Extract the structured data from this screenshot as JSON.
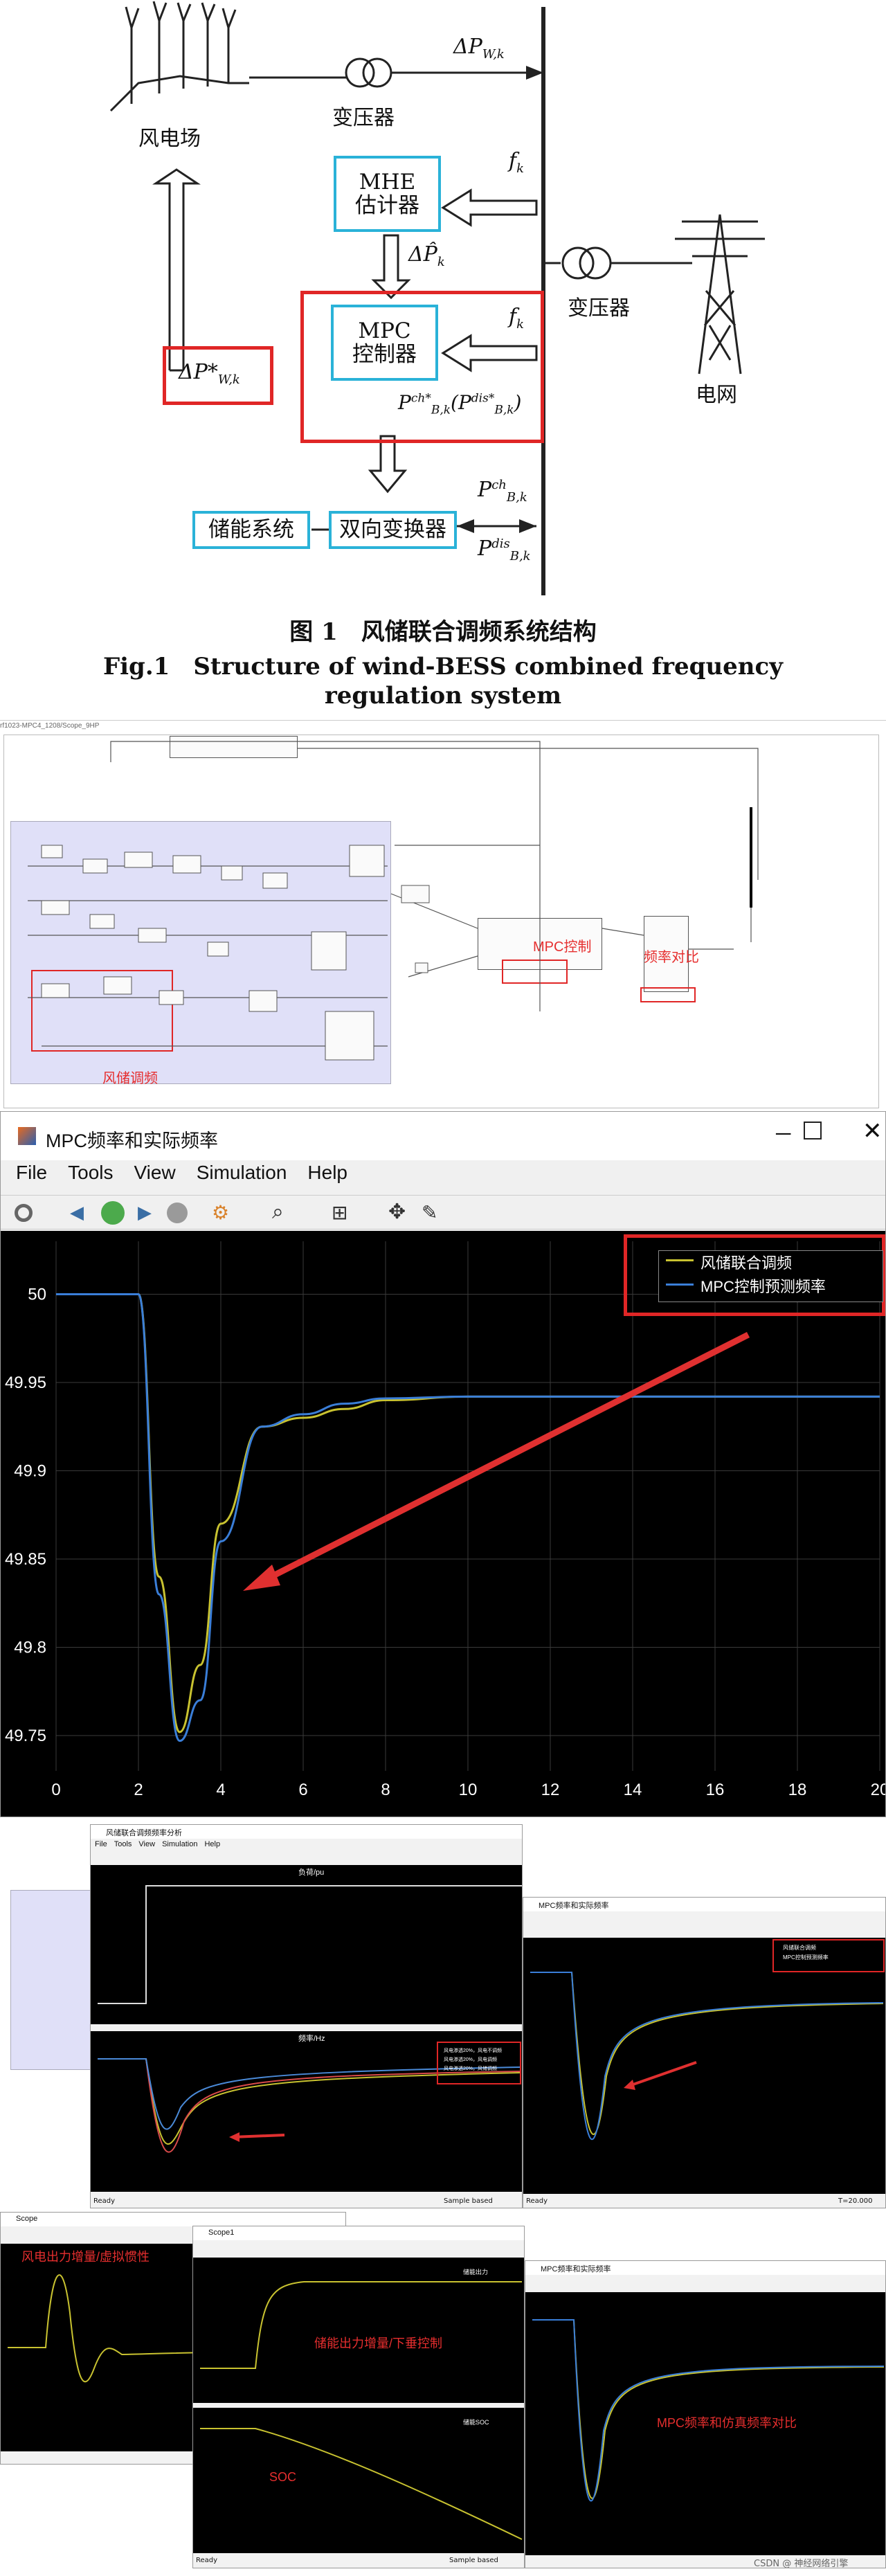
{
  "diagram": {
    "wind_farm": "风电场",
    "transformer_top": "变压器",
    "transformer_right": "变压器",
    "grid": "电网",
    "mhe": "MHE\n估计器",
    "mpc": "MPC\n控制器",
    "storage": "储能系统",
    "converter": "双向变换器",
    "sig_dpw": "ΔP",
    "sig_dpw_sub": "W,k",
    "sig_fk_top": "f",
    "sig_fk_sub": "k",
    "sig_fk_mid": "f",
    "sig_dphat": "ΔP̂",
    "sig_dphat_sub": "k",
    "sig_dpwstar": "ΔP*",
    "sig_dpwstar_sub": "W,k",
    "sig_pbch": "P",
    "sig_pbch_sup": "ch*",
    "sig_pbch_sub": "B,k",
    "sig_pbdis": "(P",
    "sig_pbdis_sup": "dis*",
    "sig_pbdis_sub": "B,k",
    "sig_pch": "P",
    "sig_pch_sup": "ch",
    "sig_pch_sub": "B,k",
    "sig_pdis": "P",
    "sig_pdis_sup": "dis",
    "sig_pdis_sub": "B,k",
    "caption_cn": "图 1　风储联合调频系统结构",
    "caption_en_1": "Fig.1　Structure of wind-BESS combined frequency",
    "caption_en_2": "regulation system"
  },
  "simulink": {
    "tab_label": "rf1023-MPC4_1208/Scope_9HP",
    "wind_label": "风储调频",
    "mpc_label": "MPC控制",
    "compare_label": "频率对比"
  },
  "main_scope": {
    "title": "MPC频率和实际频率",
    "menu": [
      "File",
      "Tools",
      "View",
      "Simulation",
      "Help"
    ],
    "legend": [
      "风储联合调频",
      "MPC控制预测频率"
    ],
    "colors": {
      "wind": "#c8c230",
      "mpc": "#3a7ed8",
      "arrow": "#e03030",
      "grid": "#3a3a3a",
      "bg": "#000000"
    },
    "icons": [
      "settings-icon",
      "step-back-icon",
      "run-icon",
      "step-forward-icon",
      "stop-icon",
      "highlight-icon",
      "zoom-icon",
      "fit-icon",
      "pan-icon",
      "style-icon"
    ]
  },
  "chart_data": [
    {
      "type": "line",
      "x": [
        0,
        1,
        2,
        2.5,
        3,
        3.5,
        4,
        5,
        6,
        7,
        8,
        10,
        20
      ],
      "series": [
        {
          "name": "风储联合调频",
          "values": [
            50,
            50,
            50,
            49.84,
            49.752,
            49.79,
            49.87,
            49.925,
            49.93,
            49.935,
            49.94,
            49.942,
            49.942
          ]
        },
        {
          "name": "MPC控制预测频率",
          "values": [
            50,
            50,
            50,
            49.83,
            49.747,
            49.77,
            49.86,
            49.925,
            49.932,
            49.938,
            49.941,
            49.942,
            49.942
          ]
        }
      ],
      "xlim": [
        0,
        20
      ],
      "ylim": [
        49.73,
        50.03
      ],
      "xticks": [
        "0",
        "2",
        "4",
        "6",
        "8",
        "10",
        "12",
        "14",
        "16",
        "18",
        "20"
      ],
      "yticks": [
        "50",
        "49.95",
        "49.9",
        "49.85",
        "49.8",
        "49.75"
      ],
      "grid": true,
      "legend": "top-right"
    }
  ],
  "lower": {
    "scope_a_title": "风储联合调频频率分析",
    "scope_a_top_label": "负荷/pu",
    "scope_a_bottom_label": "频率/Hz",
    "scope_a_legend": [
      "风电渗透20%，风电不调频",
      "风电渗透20%，风电调频",
      "风电渗透20%，风储调频"
    ],
    "scope_b_title": "MPC频率和实际频率",
    "scope_b_legend": [
      "风储联合调频",
      "MPC控制预测频率"
    ],
    "status_ready": "Ready",
    "status_sample": "Sample based",
    "status_t": "T=20.000",
    "scope_c_title": "Scope",
    "scope_d_title": "Scope1",
    "scope_e_title": "MPC频率和实际频率",
    "label_wind_inertia": "风电出力增量/虚拟惯性",
    "label_storage": "储能出力增量/下垂控制",
    "label_soc": "SOC",
    "label_mpc_compare": "MPC频率和仿真频率对比",
    "scope_d_legend1": "储能出力",
    "scope_d_legend2": "储能SOC",
    "watermark": "CSDN @ 神经网络引擎"
  }
}
